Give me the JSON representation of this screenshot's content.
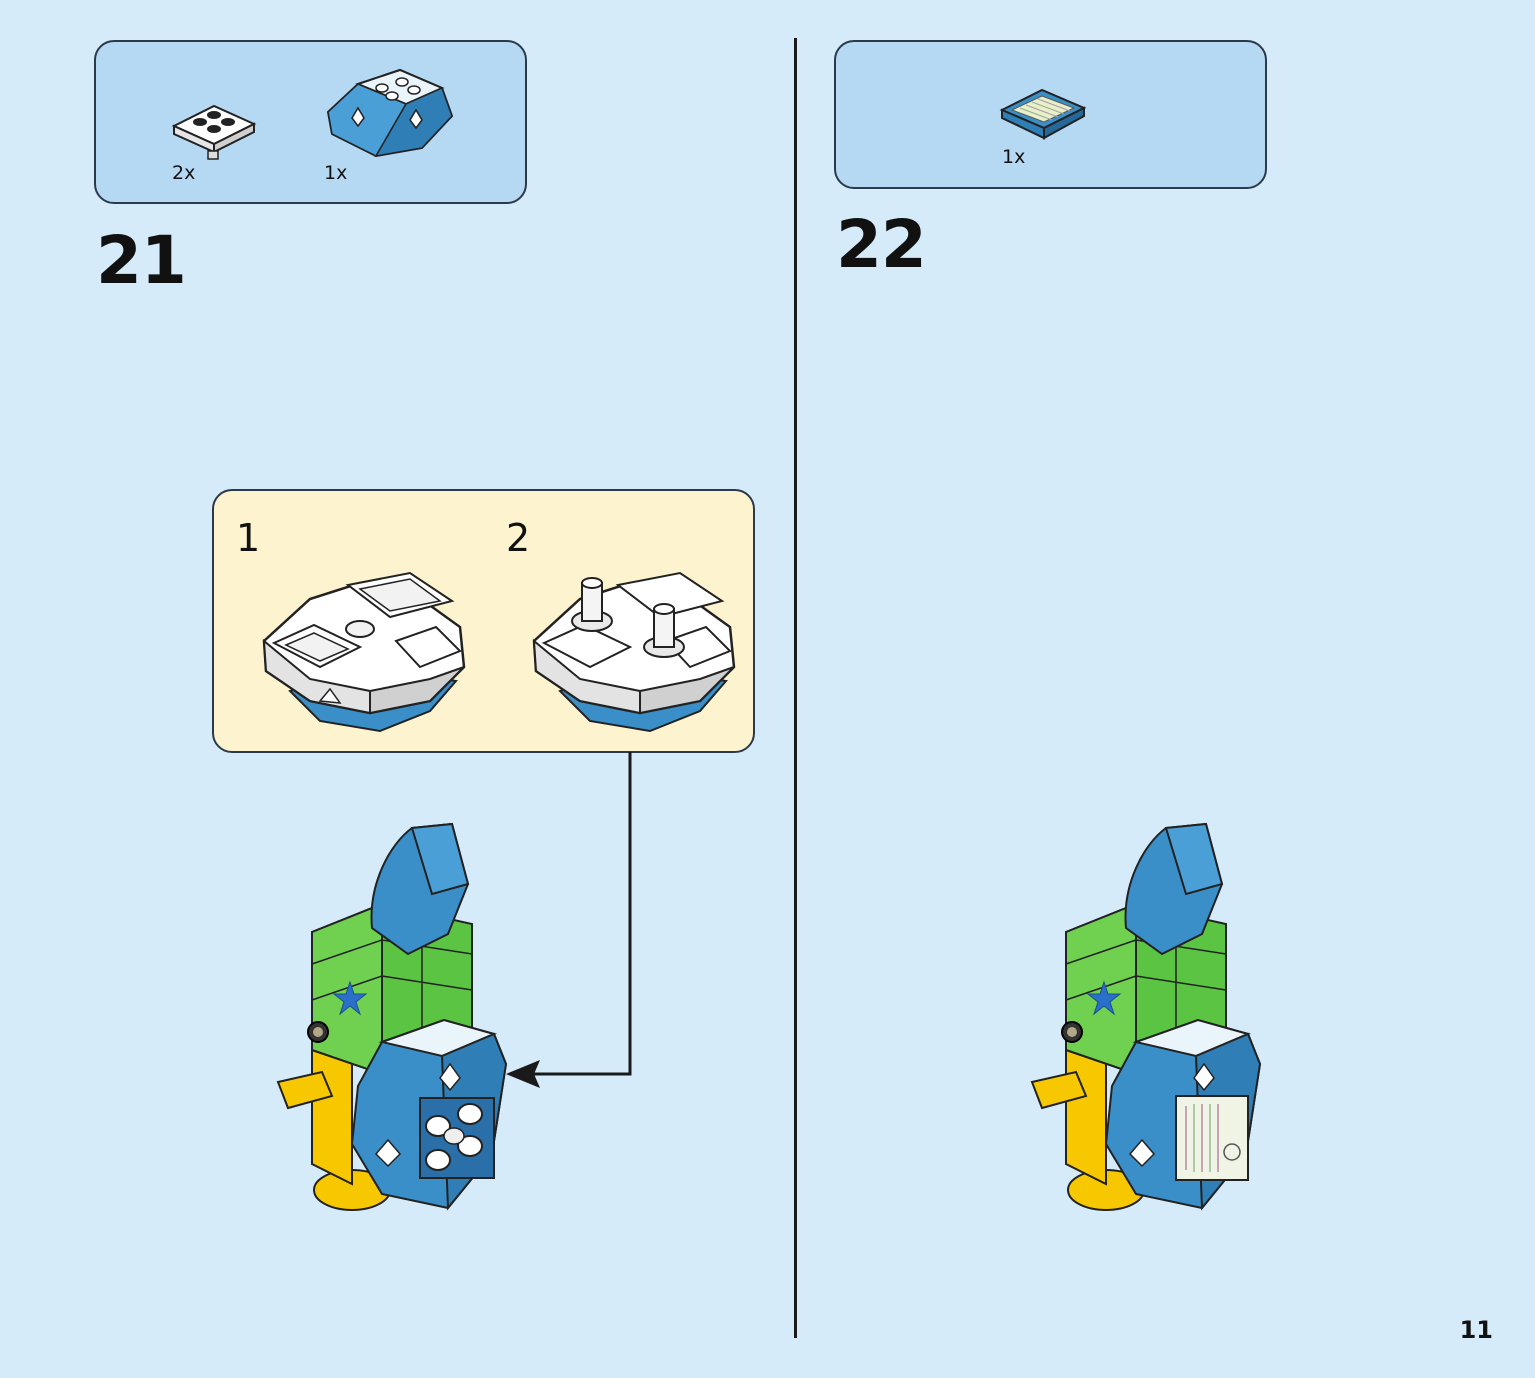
{
  "page": {
    "number": "11"
  },
  "steps": [
    {
      "number": "21",
      "parts": [
        {
          "icon": "plate-2x2-with-pin-icon",
          "qty": "2x"
        },
        {
          "icon": "blue-faceted-dome-icon",
          "qty": "1x"
        }
      ],
      "substeps": [
        {
          "number": "1",
          "icon": "dome-underside-icon"
        },
        {
          "number": "2",
          "icon": "dome-with-pins-icon"
        }
      ]
    },
    {
      "number": "22",
      "parts": [
        {
          "icon": "printed-tile-icon",
          "qty": "1x"
        }
      ]
    }
  ],
  "colors": {
    "background": "#d6ebfa",
    "parts_box": "#b5d8f3",
    "substep_box": "#fdf4cf",
    "brick_green": "#5cc443",
    "brick_blue": "#3a8fc8",
    "brick_yellow": "#f7c800"
  }
}
